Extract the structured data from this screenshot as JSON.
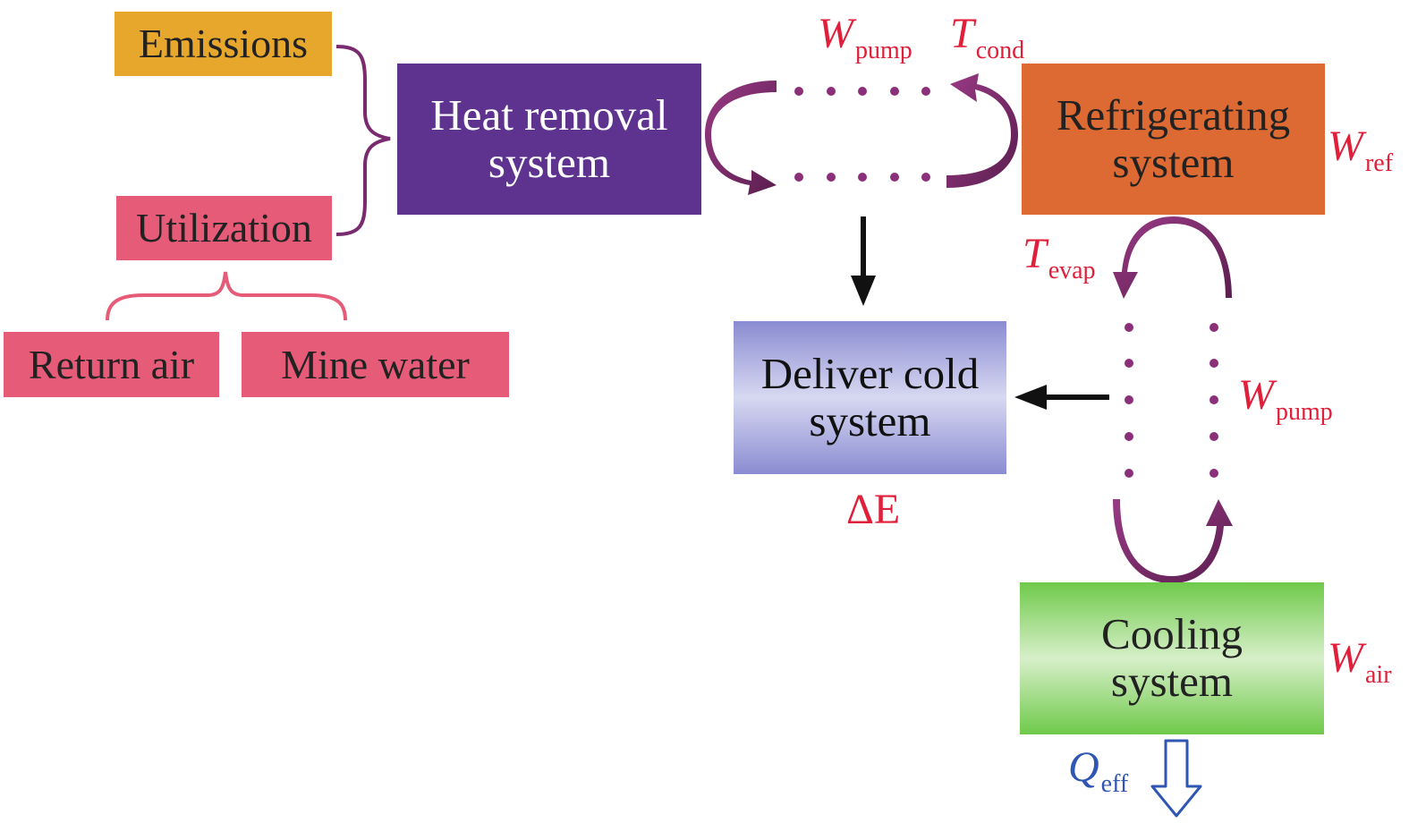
{
  "boxes": {
    "emissions": "Emissions",
    "utilization": "Utilization",
    "return_air": "Return air",
    "mine_water": "Mine water",
    "heat_removal": "Heat removal\nsystem",
    "refrigerating": "Refrigerating\nsystem",
    "deliver_cold": "Deliver cold\nsystem",
    "cooling": "Cooling\nsystem"
  },
  "labels": {
    "w_pump_top": {
      "main": "W",
      "sub": "pump"
    },
    "t_cond": {
      "main": "T",
      "sub": "cond"
    },
    "w_ref": {
      "main": "W",
      "sub": "ref"
    },
    "t_evap": {
      "main": "T",
      "sub": "evap"
    },
    "w_pump_right": {
      "main": "W",
      "sub": "pump"
    },
    "delta_e": "ΔE",
    "w_air": {
      "main": "W",
      "sub": "air"
    },
    "q_eff": {
      "main": "Q",
      "sub": "eff"
    }
  },
  "colors": {
    "emissions_box": "#e6a72c",
    "source_boxes": "#e55b78",
    "heat_removal_box": "#5e328f",
    "refrigerating_box": "#dd6a32",
    "deliver_cold_box": "#8a8cd2",
    "cooling_box": "#6fca4a",
    "variable_labels": "#e0203a",
    "q_eff_label": "#2f56b3",
    "loop_arrows": "#7a2a6e",
    "bracket": "#7a2a6e",
    "utilization_bracket": "#e55b78"
  }
}
